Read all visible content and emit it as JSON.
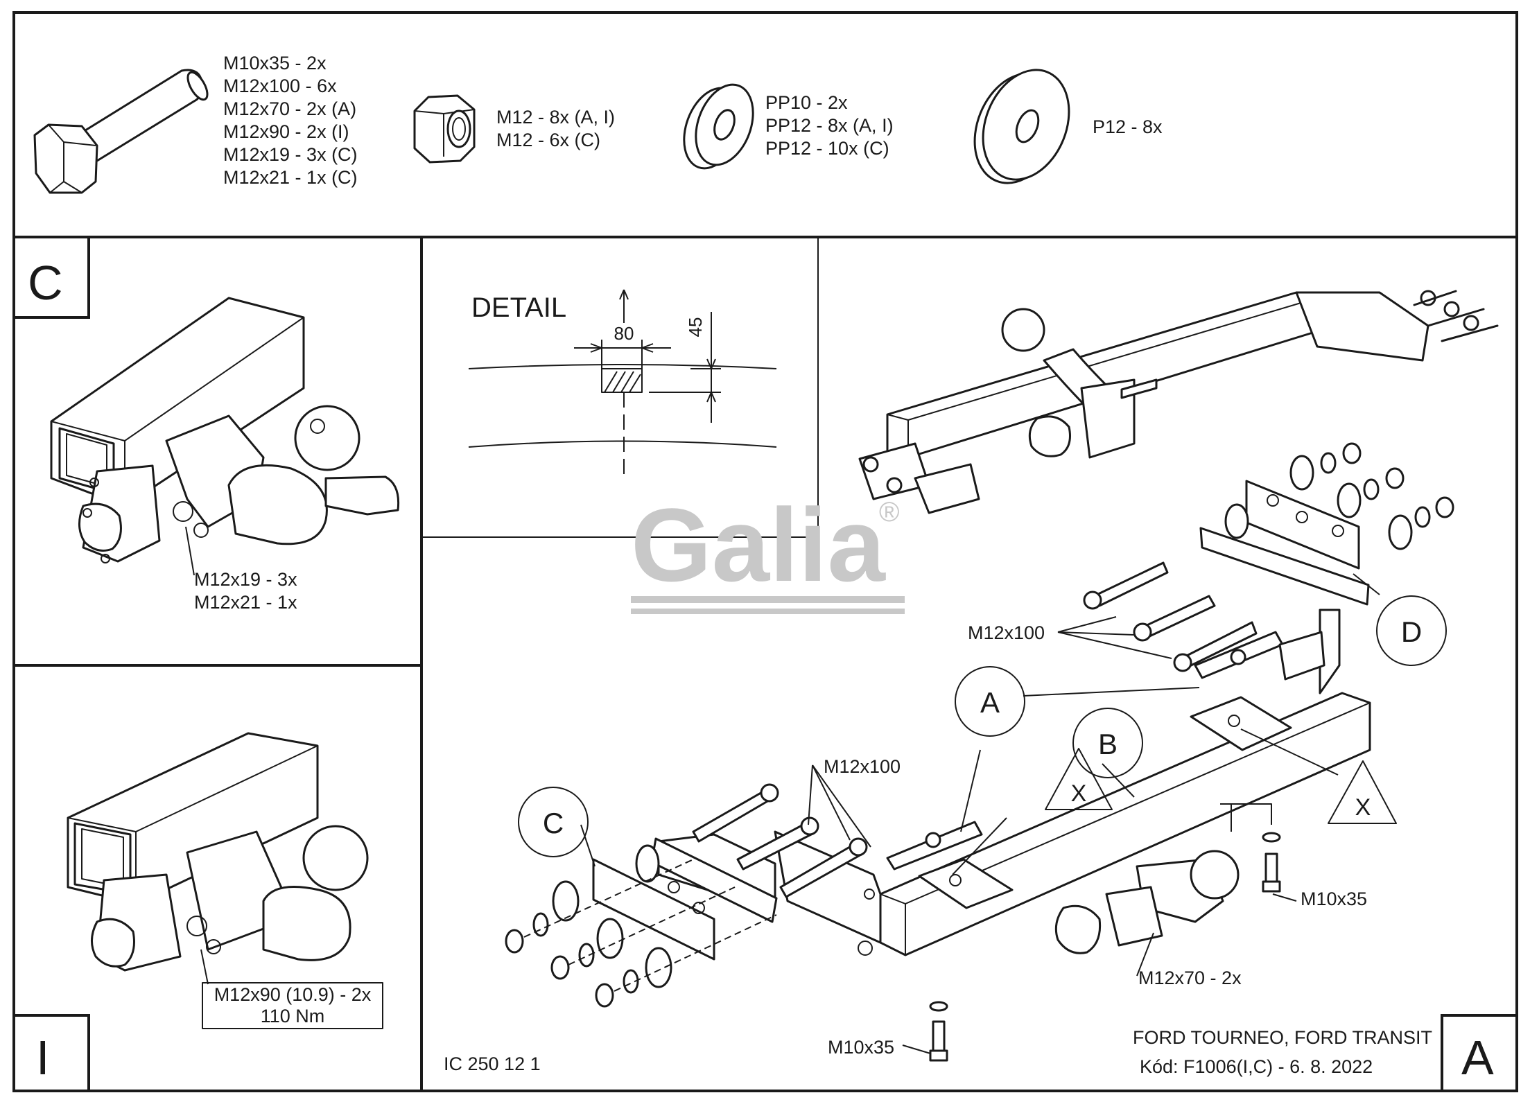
{
  "hardware": {
    "bolts": [
      "M10x35 - 2x",
      "M12x100 - 6x",
      "M12x70 - 2x (A)",
      "M12x90 - 2x (I)",
      "M12x19 - 3x (C)",
      "M12x21 - 1x (C)"
    ],
    "nuts": [
      "M12 - 8x (A, I)",
      "M12 - 6x (C)"
    ],
    "washers": [
      "PP10 - 2x",
      "PP12 - 8x (A, I)",
      "PP12 - 10x (C)"
    ],
    "plates": [
      "P12 - 8x"
    ]
  },
  "panel_c": {
    "letter": "C",
    "bolts": [
      "M12x19 - 3x",
      "M12x21 - 1x"
    ]
  },
  "panel_i": {
    "letter": "I",
    "bolt": "M12x90 (10.9) - 2x",
    "torque": "110 Nm"
  },
  "detail": {
    "title": "DETAIL",
    "width_dim": "80",
    "height_dim": "45"
  },
  "watermark": {
    "brand": "Galia",
    "registered": "®"
  },
  "main": {
    "callouts": {
      "a": "A",
      "b": "B",
      "c": "C",
      "d": "D",
      "x1": "X",
      "x2": "X"
    },
    "labels": {
      "bolt_upper": "M12x100",
      "bolt_lower": "M12x100",
      "m10_right": "M10x35",
      "m10_bottom": "M10x35",
      "m12x70": "M12x70 - 2x"
    }
  },
  "footer": {
    "code_left": "IC 250 12 1",
    "vehicle": "FORD TOURNEO, FORD TRANSIT",
    "kod": "Kód: F1006(I,C) - 6. 8. 2022",
    "variant_letter": "A"
  }
}
